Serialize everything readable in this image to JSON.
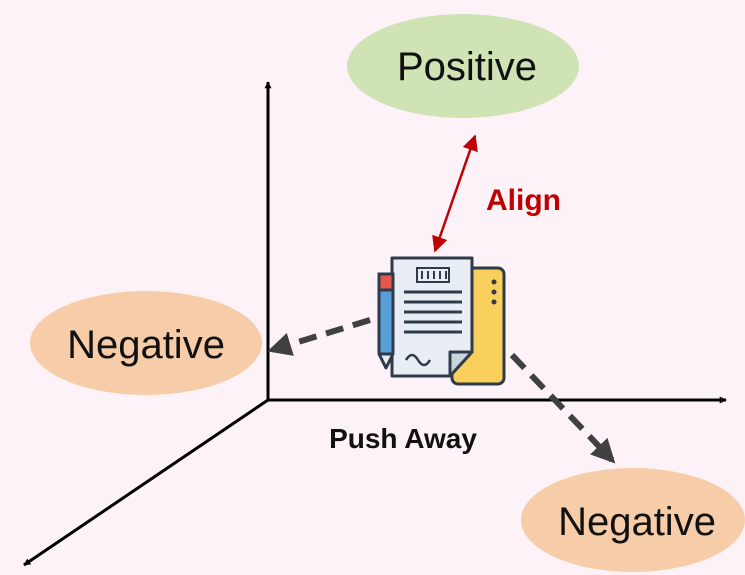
{
  "nodes": {
    "positive": {
      "label": "Positive",
      "color": "#cfe3b4"
    },
    "negative_left": {
      "label": "Negative",
      "color": "#f6cda8"
    },
    "negative_right": {
      "label": "Negative",
      "color": "#f6cda8"
    }
  },
  "labels": {
    "align": {
      "text": "Align",
      "color": "#c00000"
    },
    "push_away": {
      "text": "Push Away",
      "color": "#111111"
    }
  },
  "axes_color": "#000000",
  "dashed_arrow_color": "#404040",
  "anchor_icon": "document-with-pen-icon"
}
